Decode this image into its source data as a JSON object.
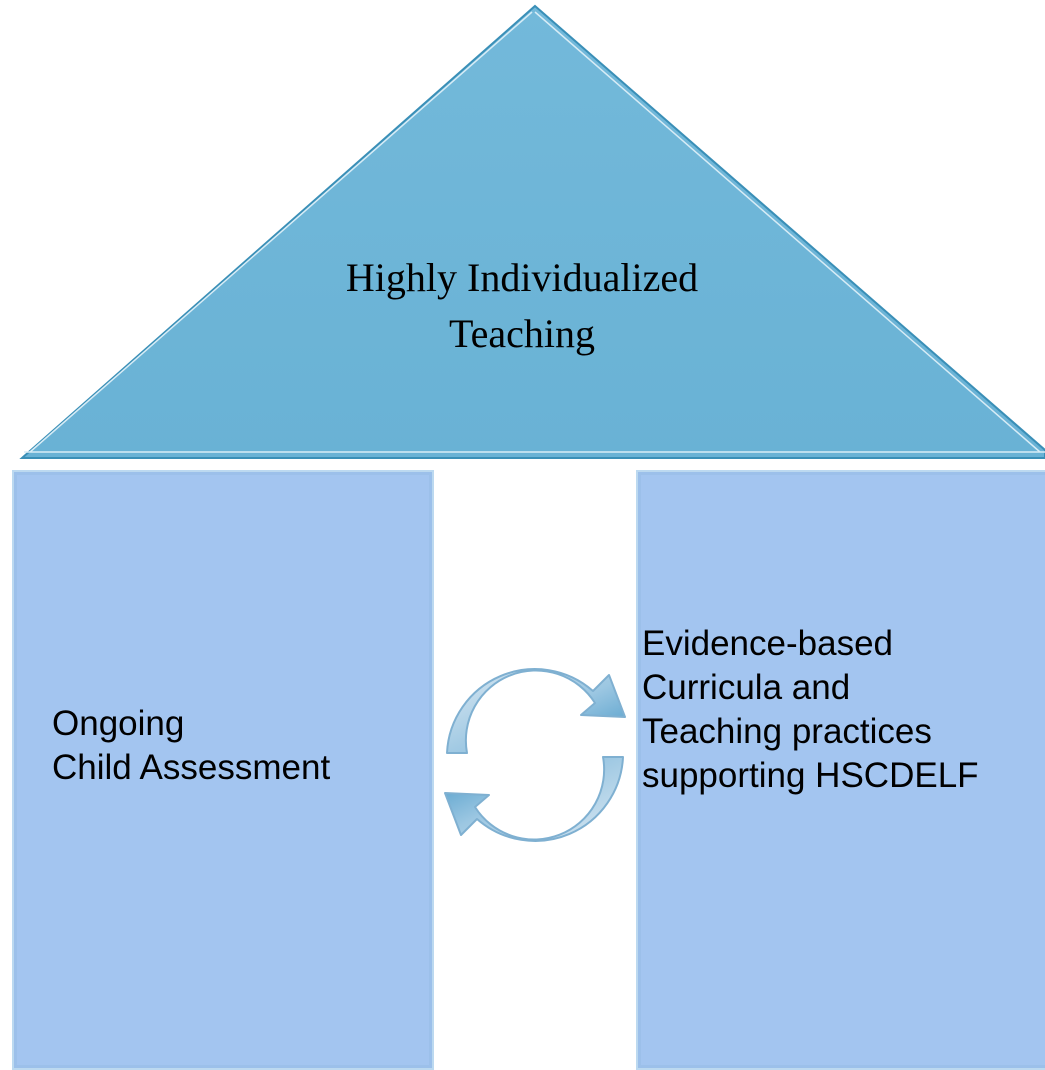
{
  "roof": {
    "line1": "Highly Individualized",
    "line2": "Teaching",
    "fill": "#6eb6d8",
    "stroke": "#3a8fb7"
  },
  "left_pillar": {
    "line1": "Ongoing",
    "line2": "Child Assessment",
    "fill": "#a3c5f0"
  },
  "right_pillar": {
    "line1": "Evidence-based",
    "line2": "Curricula and",
    "line3": "Teaching practices",
    "line4": "supporting HSCDELF",
    "fill": "#a3c5f0"
  },
  "cycle_arrows": {
    "icon": "circular-arrows-icon",
    "arrow_color": "#4a9cc9"
  }
}
